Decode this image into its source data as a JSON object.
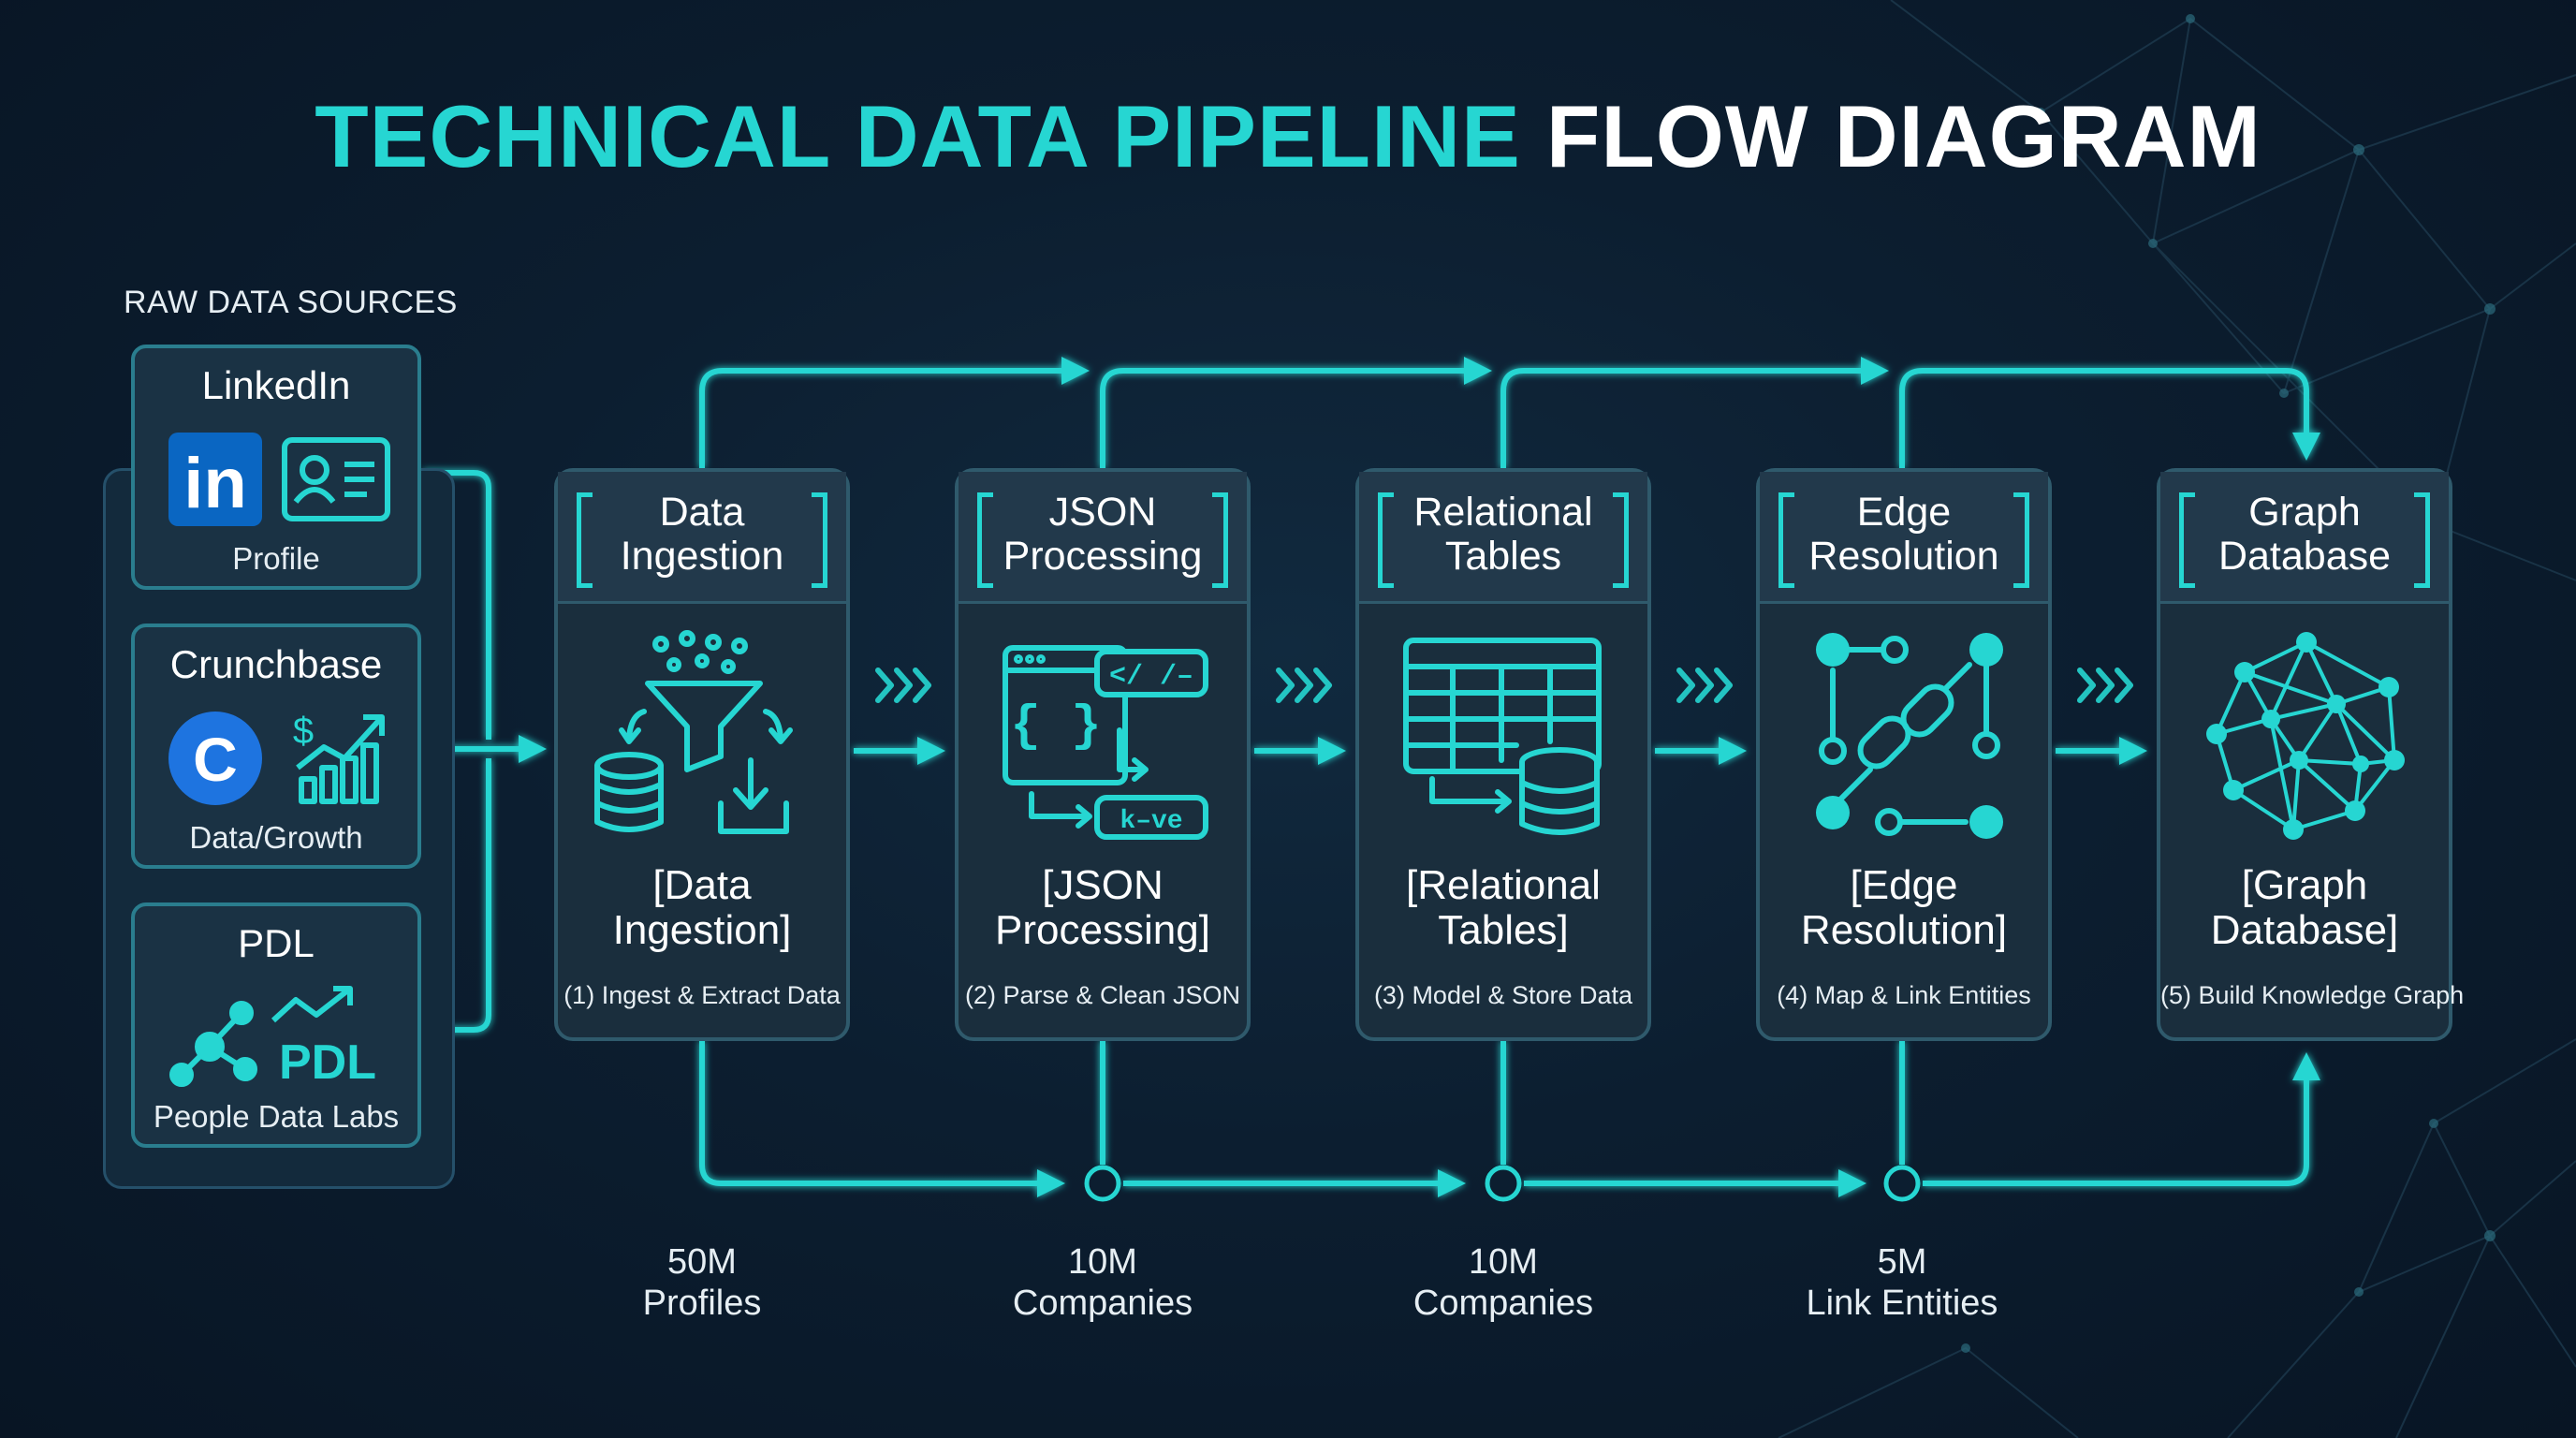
{
  "title": {
    "accent": "TECHNICAL DATA PIPELINE",
    "rest": "FLOW DIAGRAM"
  },
  "sources": {
    "heading": "RAW DATA SOURCES",
    "items": [
      {
        "name": "LinkedIn",
        "sub": "Profile",
        "logo": "in"
      },
      {
        "name": "Crunchbase",
        "sub": "Data/Growth",
        "logo": "C"
      },
      {
        "name": "PDL",
        "sub": "People Data Labs",
        "logo": "PDL"
      }
    ]
  },
  "stages": [
    {
      "title": [
        "Data",
        "Ingestion"
      ],
      "label": [
        "[Data",
        "Ingestion]"
      ],
      "desc": "(1) Ingest & Extract Data"
    },
    {
      "title": [
        "JSON",
        "Processing"
      ],
      "label": [
        "[JSON",
        "Processing]"
      ],
      "desc": "(2) Parse & Clean JSON",
      "code_a": "</ /–",
      "code_b": "{ }",
      "code_c": "k–ve"
    },
    {
      "title": [
        "Relational",
        "Tables"
      ],
      "label": [
        "[Relational",
        "Tables]"
      ],
      "desc": "(3) Model & Store Data"
    },
    {
      "title": [
        "Edge",
        "Resolution"
      ],
      "label": [
        "[Edge",
        "Resolution]"
      ],
      "desc": "(4) Map & Link Entities"
    },
    {
      "title": [
        "Graph",
        "Database"
      ],
      "label": [
        "[Graph",
        "Database]"
      ],
      "desc": "(5) Build Knowledge Graph"
    }
  ],
  "metrics": [
    {
      "value": "50M",
      "unit": "Profiles"
    },
    {
      "value": "10M",
      "unit": "Companies"
    },
    {
      "value": "10M",
      "unit": "Companies"
    },
    {
      "value": "5M",
      "unit": "Link Entities"
    }
  ],
  "colors": {
    "accent": "#26d6d2",
    "background": "#0c1e30",
    "card": "#1a2e3d",
    "linkedin": "#0a66c2",
    "crunchbase": "#1e74e0"
  }
}
